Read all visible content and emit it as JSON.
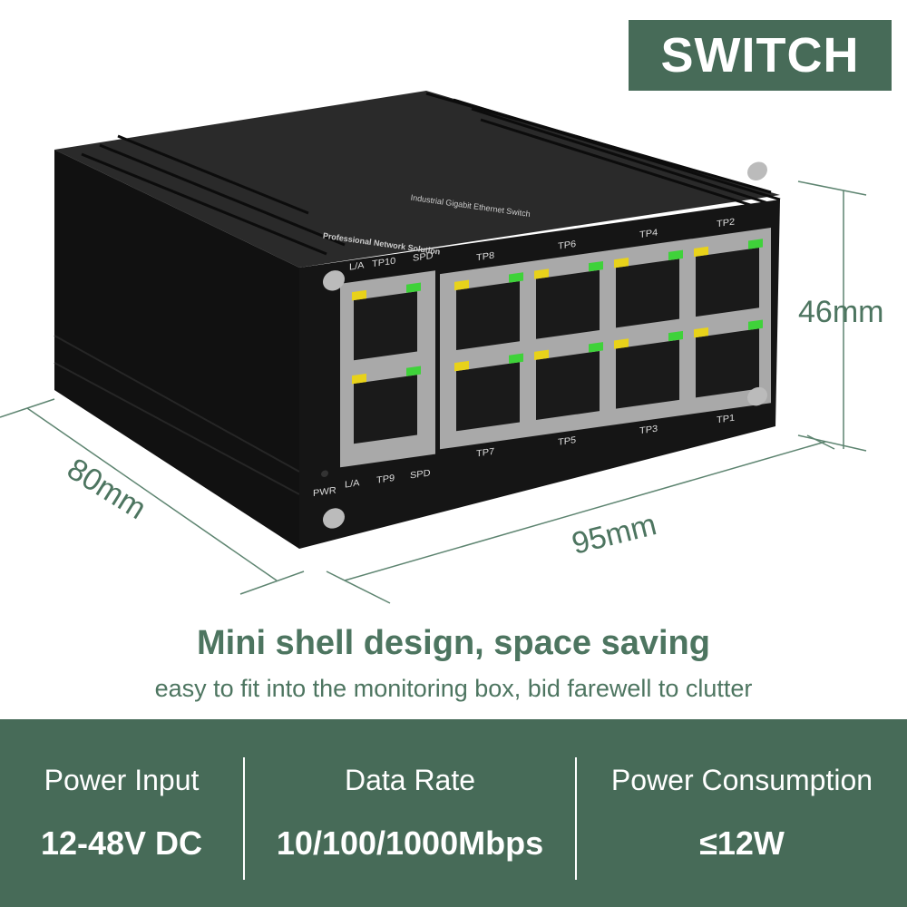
{
  "badge": "SWITCH",
  "device": {
    "top_label_1": "Industrial Gigabit Ethernet Switch",
    "top_label_2": "Professional Network Solution",
    "port_labels": [
      "TP10",
      "TP9",
      "TP8",
      "TP7",
      "TP6",
      "TP5",
      "TP4",
      "TP3",
      "TP2",
      "TP1"
    ],
    "indicator_labels": {
      "la_top": "L/A",
      "spd_top": "SPD",
      "la_bottom": "L/A",
      "spd_bottom": "SPD",
      "pwr": "PWR"
    },
    "led_colors": {
      "yellow": "#e8d21a",
      "green": "#3fd23a"
    }
  },
  "dimensions": {
    "height": "46mm",
    "depth": "80mm",
    "width": "95mm"
  },
  "headline": "Mini shell design, space saving",
  "subline": "easy to fit into the monitoring box, bid farewell to clutter",
  "specs": [
    {
      "label": "Power Input",
      "value": "12-48V DC"
    },
    {
      "label": "Data Rate",
      "value": "10/100/1000Mbps"
    },
    {
      "label": "Power Consumption",
      "value": "≤12W"
    }
  ],
  "colors": {
    "brand_green": "#476b58",
    "text_green": "#4d7560",
    "device_black": "#151515"
  }
}
